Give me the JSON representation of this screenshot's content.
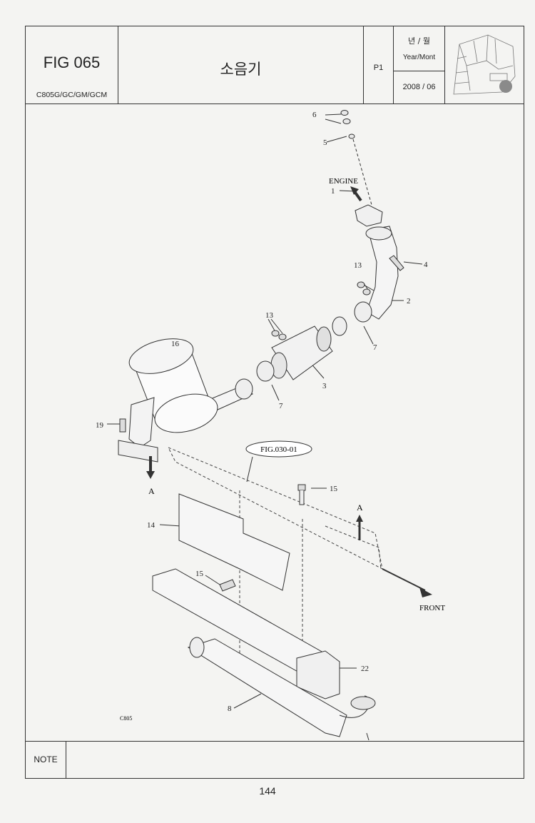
{
  "header": {
    "fig": "FIG 065",
    "models": "C805G/GC/GM/GCM",
    "title": "소음기",
    "page": "P1",
    "year_month_ko": "년 / 월",
    "year_month_en": "Year/Mont",
    "date": "2008 / 06"
  },
  "diagram": {
    "engine_label": "ENGINE",
    "front_label": "FRONT",
    "fig_ref": "FIG.030-01",
    "view_label": "A",
    "view_label_2": "A",
    "model_code": "C805",
    "callouts": {
      "c1": "1",
      "c2": "2",
      "c3": "3",
      "c4": "4",
      "c5": "5",
      "c6": "6",
      "c7a": "7",
      "c7b": "7",
      "c8": "8",
      "c13a": "13",
      "c13b": "13",
      "c14": "14",
      "c15a": "15",
      "c15b": "15",
      "c16": "16",
      "c19": "19",
      "c22": "22"
    }
  },
  "note": {
    "label": "NOTE"
  },
  "page_number": "144"
}
